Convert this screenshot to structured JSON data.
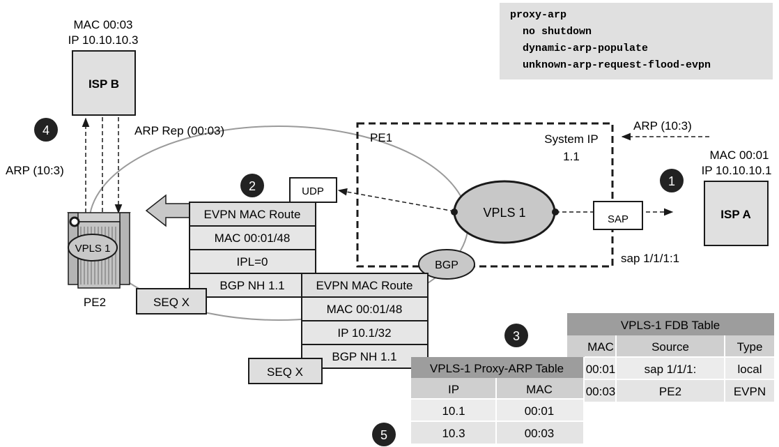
{
  "config_box": {
    "lines": [
      "proxy-arp",
      "  no shutdown",
      "  dynamic-arp-populate",
      "  unknown-arp-request-flood-evpn"
    ]
  },
  "isp_b": {
    "name": "ISP B",
    "mac_line": "MAC 00:03",
    "ip_line": "IP 10.10.10.3"
  },
  "isp_a": {
    "name": "ISP A",
    "mac_line": "MAC 00:01",
    "ip_line": "IP 10.10.10.1"
  },
  "pe1": {
    "name": "PE1",
    "system_ip_label": "System IP",
    "system_ip_value": "1.1",
    "vpls_label": "VPLS 1",
    "udp_label": "UDP",
    "sap_label": "SAP",
    "sap_id": "sap 1/1/1:1",
    "bgp_label": "BGP"
  },
  "pe2": {
    "name": "PE2",
    "vpls_label": "VPLS 1"
  },
  "arrow_labels": {
    "arp_in": "ARP (10:3)",
    "arp_rep": "ARP Rep (00:03)",
    "arp_out": "ARP (10:3)"
  },
  "steps": [
    "1",
    "2",
    "3",
    "4",
    "5"
  ],
  "route1": {
    "rows": [
      "EVPN MAC Route",
      "MAC 00:01/48",
      "IPL=0",
      "BGP NH 1.1"
    ],
    "seq": "SEQ X"
  },
  "route2": {
    "rows": [
      "EVPN MAC Route",
      "MAC 00:01/48",
      "IP 10.1/32",
      "BGP NH 1.1"
    ],
    "seq": "SEQ X"
  },
  "proxy_arp_table": {
    "title": "VPLS-1 Proxy-ARP Table",
    "headers": [
      "IP",
      "MAC"
    ],
    "rows": [
      [
        "10.1",
        "00:01"
      ],
      [
        "10.3",
        "00:03"
      ]
    ]
  },
  "fdb_table": {
    "title": "VPLS-1 FDB Table",
    "headers": [
      "MAC",
      "Source",
      "Type"
    ],
    "rows": [
      [
        "00:01",
        "sap 1/1/1:",
        "local"
      ],
      [
        "00:03",
        "PE2",
        "EVPN"
      ]
    ]
  },
  "colors": {
    "box_fill": "#e0e0e0",
    "header_dark": "#9d9d9d",
    "header_mid": "#cfcfcf",
    "row_light": "#ececec",
    "step_fill": "#222222",
    "line": "#1a1a1a",
    "ring": "#9a9a9a"
  }
}
